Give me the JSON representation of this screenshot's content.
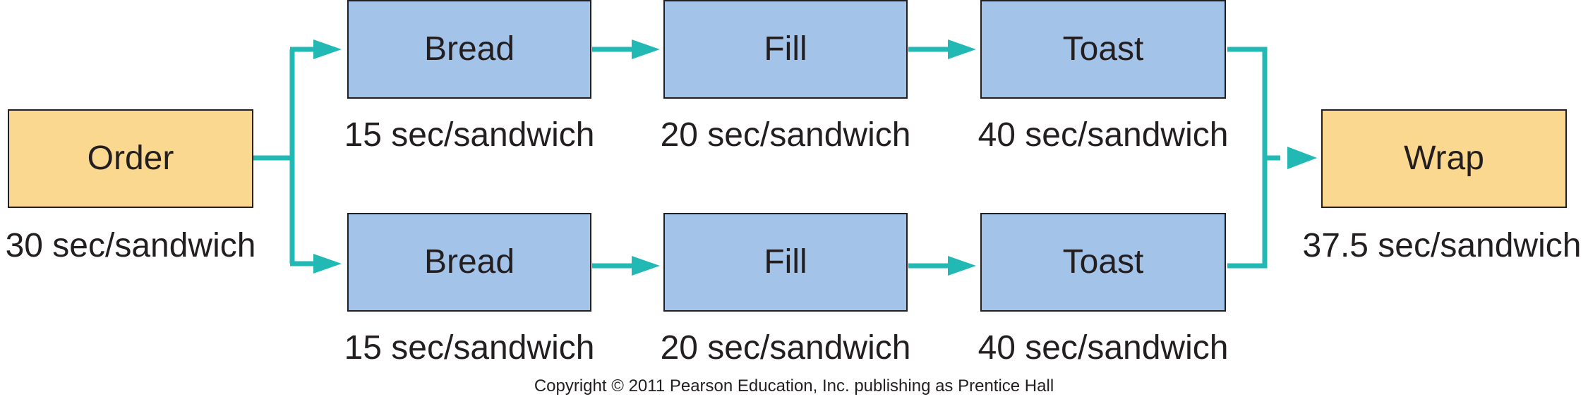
{
  "colors": {
    "connector": "#22b8b4",
    "station_fill": "#a3c3e8",
    "endpoint_fill": "#fad88f"
  },
  "order": {
    "label": "Order",
    "rate": "30 sec/sandwich"
  },
  "lines": [
    {
      "bread": {
        "label": "Bread",
        "rate": "15 sec/sandwich"
      },
      "fill": {
        "label": "Fill",
        "rate": "20 sec/sandwich"
      },
      "toast": {
        "label": "Toast",
        "rate": "40 sec/sandwich"
      }
    },
    {
      "bread": {
        "label": "Bread",
        "rate": "15 sec/sandwich"
      },
      "fill": {
        "label": "Fill",
        "rate": "20 sec/sandwich"
      },
      "toast": {
        "label": "Toast",
        "rate": "40 sec/sandwich"
      }
    }
  ],
  "wrap": {
    "label": "Wrap",
    "rate": "37.5 sec/sandwich"
  },
  "copyright": "Copyright © 2011 Pearson Education, Inc. publishing as Prentice Hall"
}
